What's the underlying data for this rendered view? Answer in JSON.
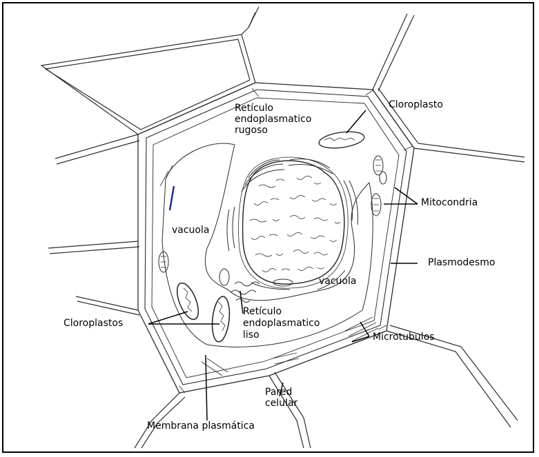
{
  "diagram": {
    "labels": {
      "ret_rugoso_1": "Retículo",
      "ret_rugoso_2": "endoplasmatico",
      "ret_rugoso_3": "rugoso",
      "cloroplasto": "Cloroplasto",
      "mitocondria": "Mitocondria",
      "vacuola_left": "vacuola",
      "plasmodesmo": "Plasmodesmo",
      "vacuola_right": "vacuola",
      "ret_liso_1": "Retículo",
      "ret_liso_2": "endoplasmatico",
      "ret_liso_3": "liso",
      "cloroplastos": "Cloroplastos",
      "microtubulos": "Microtubulos",
      "pared_1": "Pared",
      "pared_2": "celular",
      "membrana": "Membrana plasmática"
    },
    "colors": {
      "ink": "#2a2a2a",
      "accent": "#1f2f8f"
    }
  }
}
